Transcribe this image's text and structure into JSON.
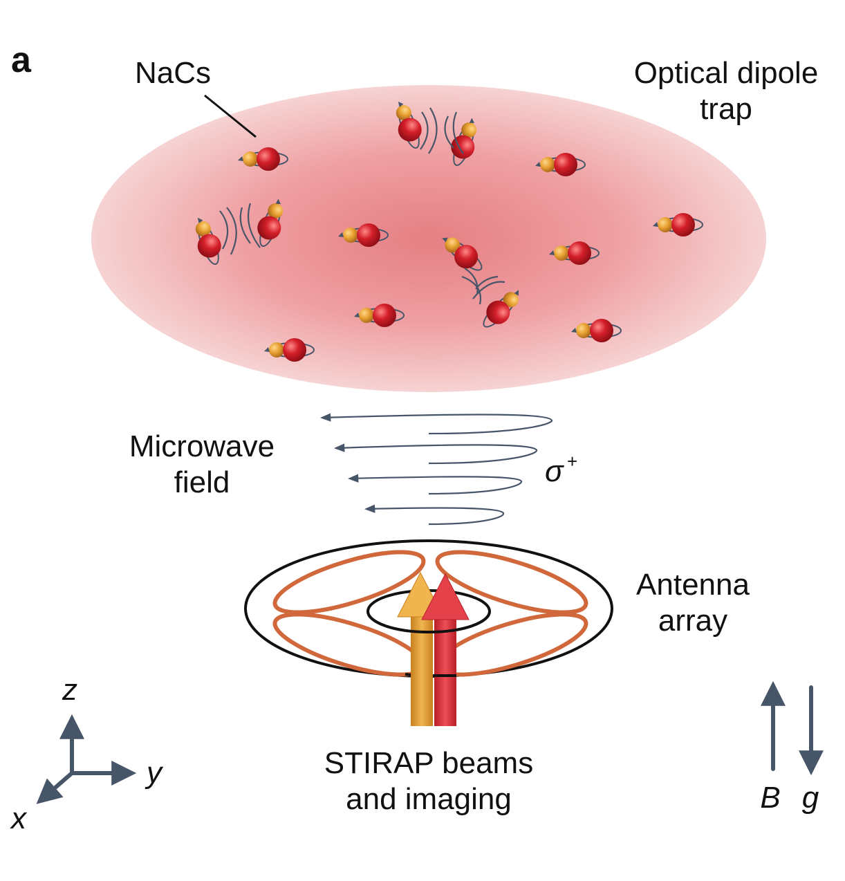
{
  "panel_label": "a",
  "labels": {
    "molecule": "NaCs",
    "trap_line1": "Optical dipole",
    "trap_line2": "trap",
    "microwave_line1": "Microwave",
    "microwave_line2": "field",
    "polarization_symbol": "σ",
    "polarization_sup": "+",
    "antenna_line1": "Antenna",
    "antenna_line2": "array",
    "stirap_line1": "STIRAP beams",
    "stirap_line2": "and imaging",
    "axis_z": "z",
    "axis_y": "y",
    "axis_x": "x",
    "field_B": "B",
    "gravity_g": "g"
  },
  "colors": {
    "trap_center": "#e57f83",
    "trap_edge": "#f6d3d3",
    "cs_atom": "#d41f2a",
    "na_atom": "#e8a132",
    "arrow": "#475569",
    "antenna_loop": "#d0683b",
    "beam_orange": "#e6a137",
    "beam_red": "#d9323b"
  }
}
